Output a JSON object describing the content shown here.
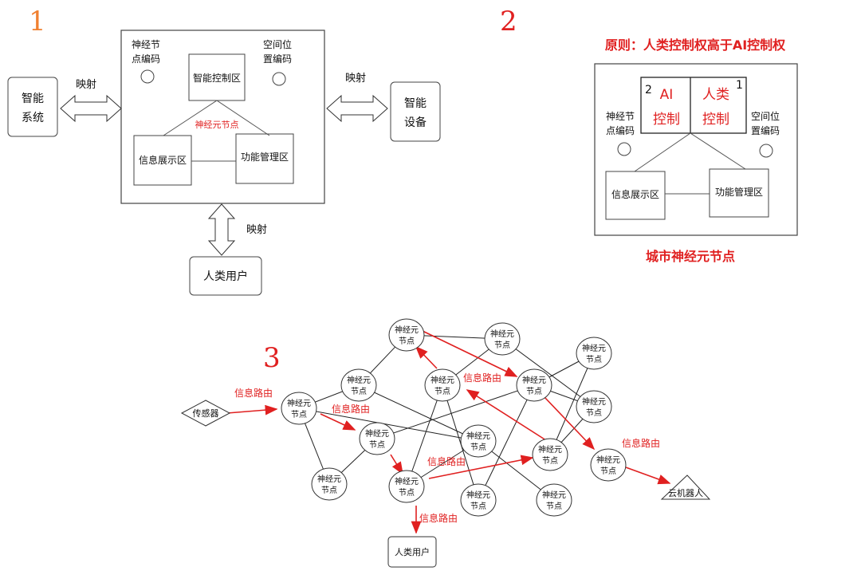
{
  "panel_numbers": {
    "p1": "1",
    "p2": "2",
    "p3": "3"
  },
  "panel1": {
    "neural_code_line1": "神经节",
    "neural_code_line2": "点编码",
    "spatial_code_line1": "空间位",
    "spatial_code_line2": "置编码",
    "smart_control": "智能控制区",
    "node_label": "神经元节点",
    "info_display": "信息展示区",
    "function_mgmt": "功能管理区",
    "smart_system_line1": "智能",
    "smart_system_line2": "系统",
    "smart_device_line1": "智能",
    "smart_device_line2": "设备",
    "mapping_left": "映射",
    "mapping_right": "映射",
    "mapping_bottom": "映射",
    "human_user": "人类用户"
  },
  "panel2": {
    "principle": "原则：人类控制权高于AI控制权",
    "ai_num": "2",
    "ai_line1": "AI",
    "ai_line2": "控制",
    "human_num": "1",
    "human_line1": "人类",
    "human_line2": "控制",
    "neural_code_line1": "神经节",
    "neural_code_line2": "点编码",
    "spatial_code_line1": "空间位",
    "spatial_code_line2": "置编码",
    "info_display": "信息展示区",
    "function_mgmt": "功能管理区",
    "caption": "城市神经元节点"
  },
  "panel3": {
    "node_line1": "神经元",
    "node_line2": "节点",
    "sensor": "传感器",
    "cloud_robot": "云机器人",
    "human_user": "人类用户",
    "routing_label": "信息路由"
  },
  "colors": {
    "red": "#e02020",
    "dark_red": "#b01818",
    "orange_number": "#f08030",
    "line": "#222222"
  }
}
